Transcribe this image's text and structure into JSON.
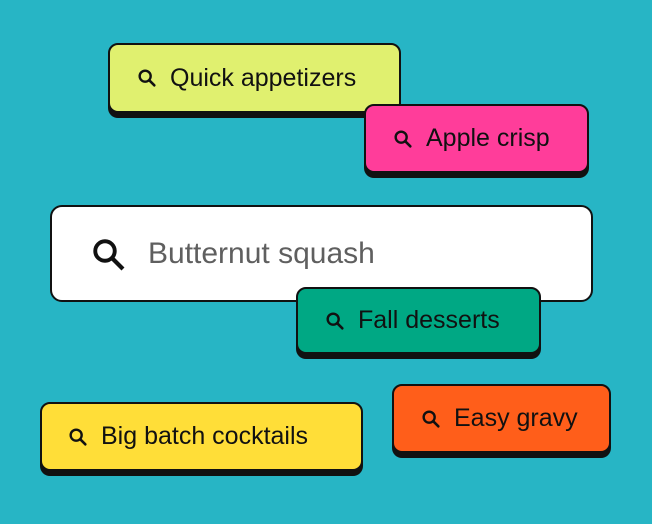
{
  "background_color": "#27b5c5",
  "search": {
    "placeholder": "Butternut squash",
    "icon": "search-icon"
  },
  "chips": [
    {
      "label": "Quick appetizers",
      "color": "#e0f06f",
      "icon": "search-icon"
    },
    {
      "label": "Apple crisp",
      "color": "#ff3d9a",
      "icon": "search-icon"
    },
    {
      "label": "Fall desserts",
      "color": "#00a884",
      "icon": "search-icon"
    },
    {
      "label": "Big batch cocktails",
      "color": "#ffde38",
      "icon": "search-icon"
    },
    {
      "label": "Easy gravy",
      "color": "#ff5e1a",
      "icon": "search-icon"
    }
  ]
}
